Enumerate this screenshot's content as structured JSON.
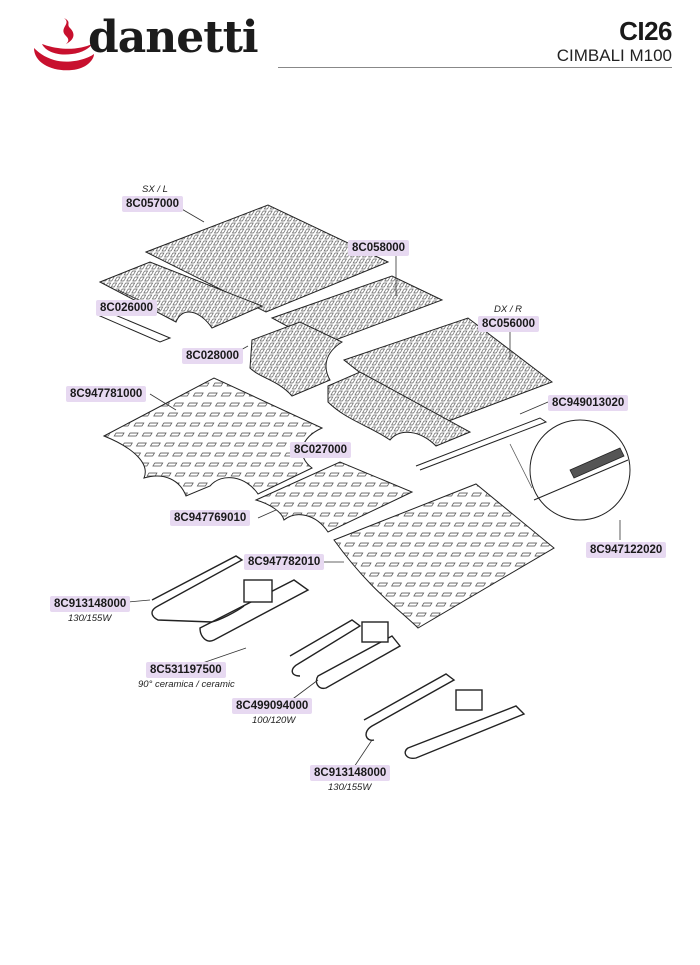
{
  "header": {
    "brand": "danetti",
    "code": "CI26",
    "model": "CIMBALI M100"
  },
  "parts": [
    {
      "id": "p1",
      "label": "8C057000",
      "note": "SX / L"
    },
    {
      "id": "p2",
      "label": "8C058000",
      "note": ""
    },
    {
      "id": "p3",
      "label": "8C056000",
      "note": "DX / R"
    },
    {
      "id": "p4",
      "label": "8C026000",
      "note": ""
    },
    {
      "id": "p5",
      "label": "8C028000",
      "note": ""
    },
    {
      "id": "p6",
      "label": "8C947781000",
      "note": ""
    },
    {
      "id": "p7",
      "label": "8C949013020",
      "note": ""
    },
    {
      "id": "p8",
      "label": "8C027000",
      "note": ""
    },
    {
      "id": "p9",
      "label": "8C947769010",
      "note": ""
    },
    {
      "id": "p10",
      "label": "8C947782010",
      "note": ""
    },
    {
      "id": "p11",
      "label": "8C947122020",
      "note": ""
    },
    {
      "id": "p12",
      "label": "8C913148000",
      "note": "130/155W"
    },
    {
      "id": "p13",
      "label": "8C531197500",
      "note": "90° ceramica / ceramic"
    },
    {
      "id": "p14",
      "label": "8C499094000",
      "note": "100/120W"
    },
    {
      "id": "p15",
      "label": "8C913148000",
      "note": "130/155W"
    }
  ],
  "colors": {
    "label_bg": "#e7d9f1",
    "logo_red": "#c8102e",
    "line": "#1a1a1a"
  }
}
